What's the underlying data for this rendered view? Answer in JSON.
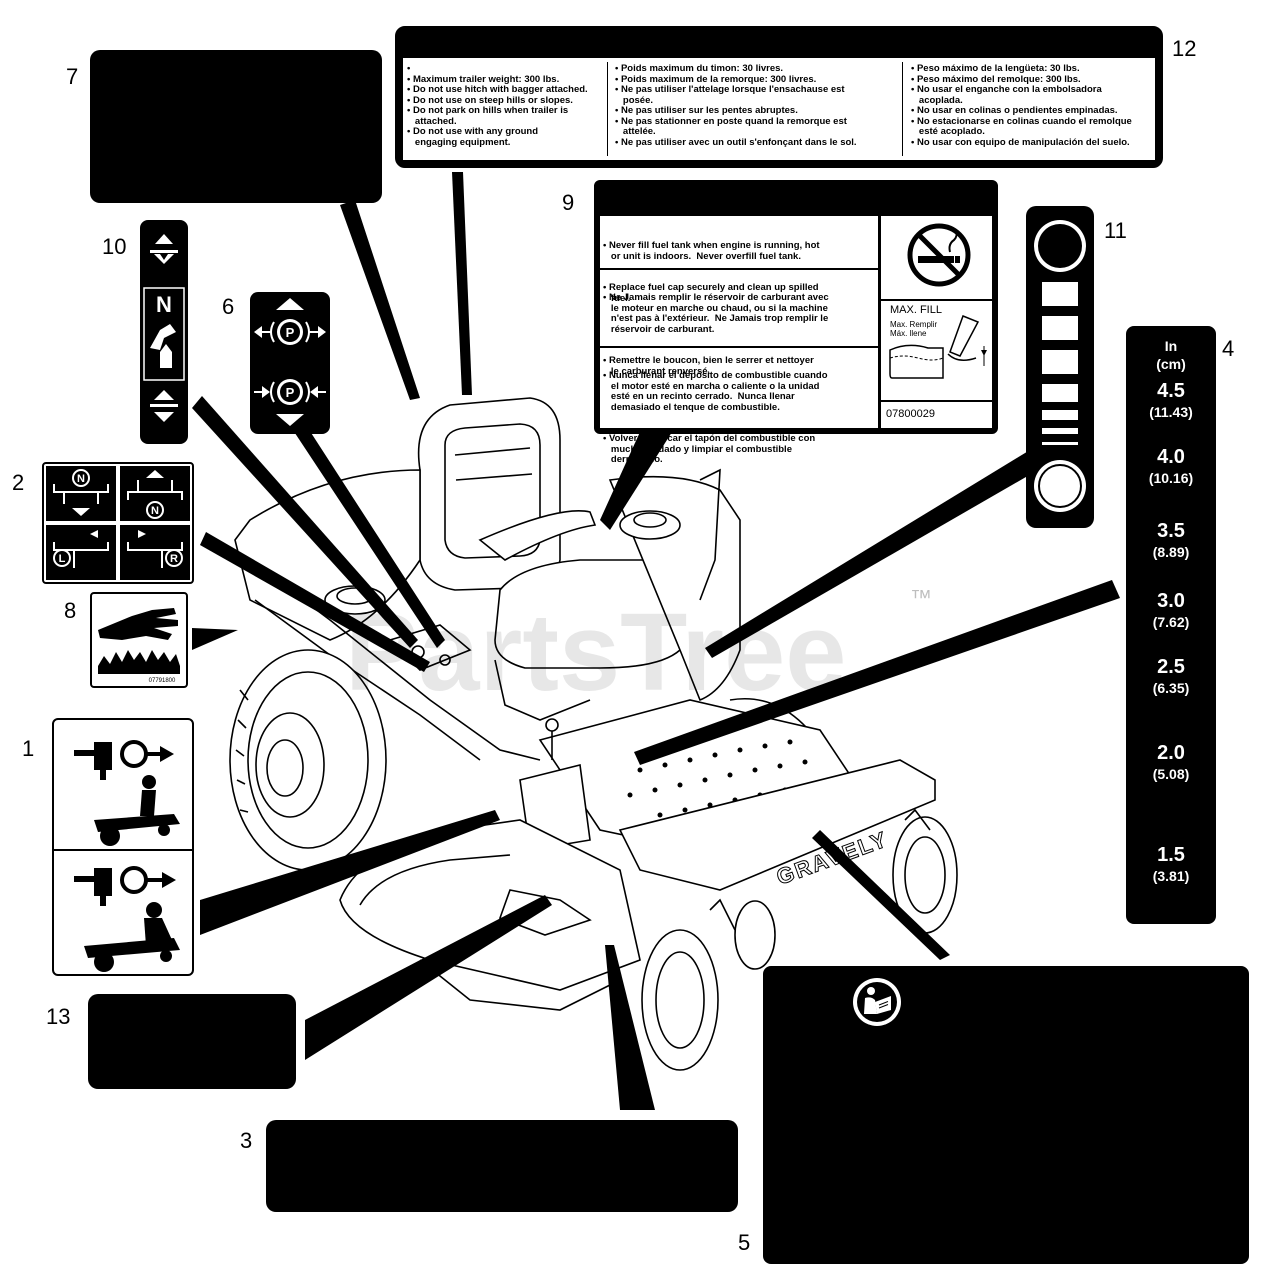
{
  "callouts": [
    "1",
    "2",
    "3",
    "4",
    "5",
    "6",
    "7",
    "8",
    "9",
    "10",
    "11",
    "12",
    "13"
  ],
  "decal12": {
    "col1": [
      "•",
      "• Maximum trailer weight: 300 lbs.",
      "• Do not use hitch with bagger attached.",
      "• Do not use on steep hills or slopes.",
      "• Do not park on hills when trailer is\n   attached.",
      "• Do not use with any ground\n   engaging equipment."
    ],
    "col2": [
      "• Poids maximum du timon: 30 livres.",
      "• Poids maximum de la remorque: 300 livres.",
      "• Ne pas utiliser l'attelage lorsque l'ensachause est\n   posée.",
      "• Ne pas utiliser sur les pentes abruptes.",
      "• Ne pas stationner en poste quand la remorque est\n   attelée.",
      "• Ne pas utiliser avec un outil s'enfonçant dans le sol."
    ],
    "col3": [
      "• Peso máximo de la lengüeta: 30 lbs.",
      "• Peso máximo del remolque: 300 lbs.",
      "• No usar el enganche con la embolsadora\n   acoplada.",
      "• No usar en colinas o pendientes empinadas.",
      "• No estacionarse en colinas cuando el remolque\n   esté acoplado.",
      "• No usar con equipo de manipulación del suelo."
    ]
  },
  "decal9": {
    "en": [
      "• Never fill fuel tank when engine is running, hot\n   or unit is indoors.  Never overfill fuel tank.",
      "• Replace fuel cap securely and clean up spilled\n   fuel."
    ],
    "fr": [
      "• Ne Jamais remplir le réservoir de carburant avec\n   le moteur en marche ou chaud, ou si la machine\n   n'est pas à l'extérieur.  Ne Jamais trop remplir le\n   réservoir de carburant.",
      "• Remettre le boucon, bien le serrer et nettoyer\n   le carburant renversé."
    ],
    "es": [
      "• Nunca llenar el depósito de combustible cuando\n   el motor esté en marcha o caliente o la unidad\n   esté en un recinto cerrado.  Nunca llenar\n   demasiado el tenque de combustible.",
      "• Volver a colocar el tapón del combustible con\n   mucho cuidado y limpiar el combustible\n   derramado."
    ],
    "max_fill": "MAX. FILL",
    "max_fill_fr": "Max. Remplir",
    "max_fill_es": "Máx. llene",
    "part_no": "07800029"
  },
  "decal4": {
    "unit": "In",
    "unit2": "(cm)",
    "marks": [
      {
        "in": "4.5",
        "cm": "(11.43)"
      },
      {
        "in": "4.0",
        "cm": "(10.16)"
      },
      {
        "in": "3.5",
        "cm": "(8.89)"
      },
      {
        "in": "3.0",
        "cm": "(7.62)"
      },
      {
        "in": "2.5",
        "cm": "(6.35)"
      },
      {
        "in": "2.0",
        "cm": "(5.08)"
      },
      {
        "in": "1.5",
        "cm": "(3.81)"
      }
    ]
  },
  "decal8_code": "07791800",
  "brand_on_deck": "GRAVELY",
  "watermark": "PartsTree",
  "trademark": "™",
  "icons": [
    "neutral-lock-icon",
    "forward-icon",
    "reverse-icon",
    "left-turn-icon",
    "right-turn-icon",
    "parking-brake-icon",
    "no-smoking-icon",
    "fuel-gauge-icon",
    "hand-hazard-icon",
    "thrown-object-icon",
    "hitch-icon",
    "operator-manual-icon"
  ]
}
